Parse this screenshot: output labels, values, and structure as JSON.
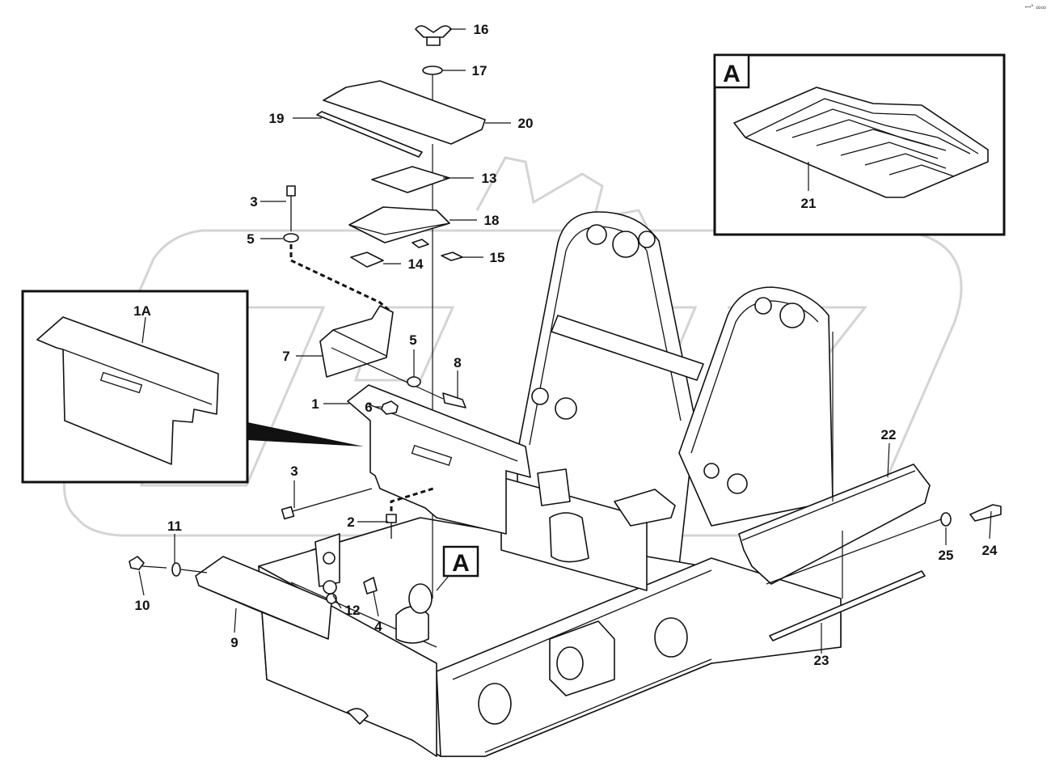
{
  "corner_mark": "ꟷ° ∞∞",
  "callouts": {
    "detail_A_box": "A",
    "detail_A_marker": "A"
  },
  "part_labels": {
    "p1": "1",
    "p1A": "1A",
    "p2": "2",
    "p3a": "3",
    "p3b": "3",
    "p4": "4",
    "p5a": "5",
    "p5b": "5",
    "p6": "6",
    "p7": "7",
    "p8": "8",
    "p9": "9",
    "p10": "10",
    "p11": "11",
    "p12": "12",
    "p13": "13",
    "p14": "14",
    "p15": "15",
    "p16": "16",
    "p17": "17",
    "p18": "18",
    "p19": "19",
    "p20": "20",
    "p21": "21",
    "p22": "22",
    "p23": "23",
    "p24": "24",
    "p25": "25"
  }
}
